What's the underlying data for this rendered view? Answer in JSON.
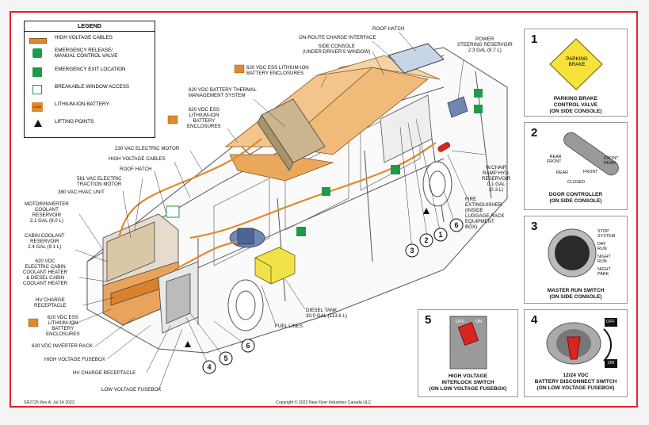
{
  "legend": {
    "title": "LEGEND",
    "items": [
      {
        "label": "HIGH VOLTAGE CABLES",
        "icon": "hv-cable-swatch"
      },
      {
        "label": "EMERGENCY RELEASE/\nMANUAL CONTROL VALVE",
        "icon": "emergency-release-icon"
      },
      {
        "label": "EMERGENCY EXIT LOCATION",
        "icon": "emergency-exit-icon"
      },
      {
        "label": "BREAKABLE WINDOW ACCESS",
        "icon": "breakable-window-icon"
      },
      {
        "label": "LITHIUM-ION BATTERY",
        "icon": "lithium-ion-battery-icon"
      },
      {
        "label": "LIFTING POINTS",
        "icon": "lifting-point-icon"
      }
    ],
    "battery_icon_text": "Li-ION"
  },
  "colors": {
    "frame": "#e0232a",
    "hv_orange": "#e08a2c",
    "battery_fill": "#f2c58c",
    "exit_green": "#1f9a4b",
    "warning_yellow": "#f6e23a",
    "switch_red": "#d9261c"
  },
  "callouts": {
    "roof_hatch_top": "ROOF HATCH",
    "on_route_charge": "ON-ROUTE CHARGE INTERFACE",
    "side_console": "SIDE CONSOLE\n(UNDER DRIVER'S WINDOW)",
    "power_steering": "POWER\nSTEERING RESERVOIR\n2.3 GAL (8.7 L)",
    "ess_top": "620 VDC ESS LITHIUM-ION\nBATTERY ENCLOSURES",
    "thermal_mgmt": "620 VDC BATTERY THERMAL\nMANAGEMENT SYSTEM",
    "ess_left": "620 VDC ESS\nLITHIUM-ION\nBATTERY\nENCLOSURES",
    "elec_motor_230": "230 VAC ELECTRIC MOTOR",
    "hv_cables": "HIGH VOLTAGE CABLES",
    "roof_hatch_mid": "ROOF HATCH",
    "traction_motor": "561 VAC ELECTRIC\nTRACTION MOTOR",
    "hvac_unit": "380 VAC HVAC UNIT",
    "motor_inverter_coolant": "MOTOR/INVERTER\nCOOLANT\nRESERVOIR\n2.1 GAL (8.0 L)",
    "cabin_coolant": "CABIN COOLANT\nRESERVOIR\n2.4 GAL (9.1 L)",
    "cabin_coolant_heater": "620 VDC\nELECTRIC CABIN\nCOOLANT HEATER\n& DIESEL CABIN\nCOOLANT HEATER",
    "hv_charge_receptacle_left": "HV CHARGE\nRECEPTACLE",
    "ess_rear": "620 VDC ESS\nLITHIUM-ION\nBATTERY\nENCLOSURES",
    "inverter_rack": "620 VDC INVERTER RACK",
    "hv_fusebox": "HIGH VOLTAGE FUSEBOX",
    "hv_charge_receptacle_bottom": "HV CHARGE RECEPTACLE",
    "lv_fusebox": "LOW VOLTAGE FUSEBOX",
    "diesel_tank": "DIESEL TANK\n30.0 GAL (113.6 L)",
    "fuel_lines": "FUEL LINES",
    "wchair_ramp": "W.CHAIR\nRAMP HYD.\nRESERVOIR\n0.1 GAL\n(0.3 L)",
    "fire_ext": "FIRE\nEXTINGUISHER\n(INSIDE\nLUGGAGE RACK\nEQUIPMENT\nBOX)"
  },
  "markers": [
    "1",
    "2",
    "3",
    "4",
    "5",
    "6"
  ],
  "panels": {
    "p1": {
      "number": "1",
      "sign_text": "PARKING\nBRAKE",
      "caption": "PARKING BRAKE\nCONTROL VALVE\n(ON SIDE CONSOLE)"
    },
    "p2": {
      "number": "2",
      "caption": "DOOR CONTROLLER\n(ON SIDE CONSOLE)",
      "labels": {
        "rear_front": "REAR\nFRONT",
        "front_rear": "FRONT\nREAR",
        "rear": "REAR",
        "front": "FRONT",
        "closed": "CLOSED"
      }
    },
    "p3": {
      "number": "3",
      "caption": "MASTER RUN SWITCH\n(ON SIDE CONSOLE)",
      "positions": [
        "STOP\nSYSTEM",
        "DAY\nRUN",
        "NIGHT\nRUN",
        "NIGHT\nPARK"
      ]
    },
    "p4": {
      "number": "4",
      "caption": "12/24 VDC\nBATTERY DISCONNECT SWITCH\n(ON LOW VOLTAGE FUSEBOX)",
      "off": "OFF",
      "on": "ON"
    },
    "p5": {
      "number": "5",
      "caption": "HIGH VOLTAGE\nINTERLOCK SWITCH\n(ON LOW VOLTAGE FUSEBOX)",
      "off": "OFF",
      "on": "ON"
    }
  },
  "footer": {
    "doc_id": "SR2725 Rev A: Jul 14 2023",
    "copyright": "Copyright © 2023 New Flyer Industries Canada ULC"
  }
}
